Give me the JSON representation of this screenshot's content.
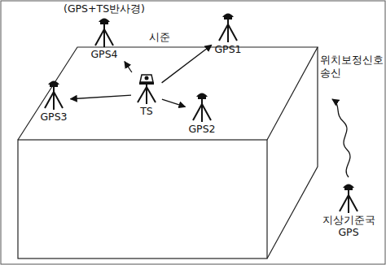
{
  "diagram": {
    "nodes": [
      {
        "text": [
          "(GPS+TS반사경)",
          "GPS4"
        ]
      },
      {
        "text": [
          "GPS1"
        ]
      },
      {
        "text": [
          "GPS3"
        ]
      },
      {
        "text": [
          "TS"
        ]
      },
      {
        "text": [
          "GPS2"
        ]
      },
      {
        "text": [
          "지상기준국 GPS"
        ]
      }
    ],
    "edges": [
      {
        "from": 3,
        "to": 0,
        "arrow": "to"
      },
      {
        "from": 3,
        "to": 1,
        "arrow": "to"
      },
      {
        "from": 3,
        "to": 2,
        "arrow": "to"
      },
      {
        "from": 3,
        "to": 4,
        "arrow": "to"
      }
    ],
    "labels": [
      "시준",
      "위치보정신호 송신"
    ]
  }
}
